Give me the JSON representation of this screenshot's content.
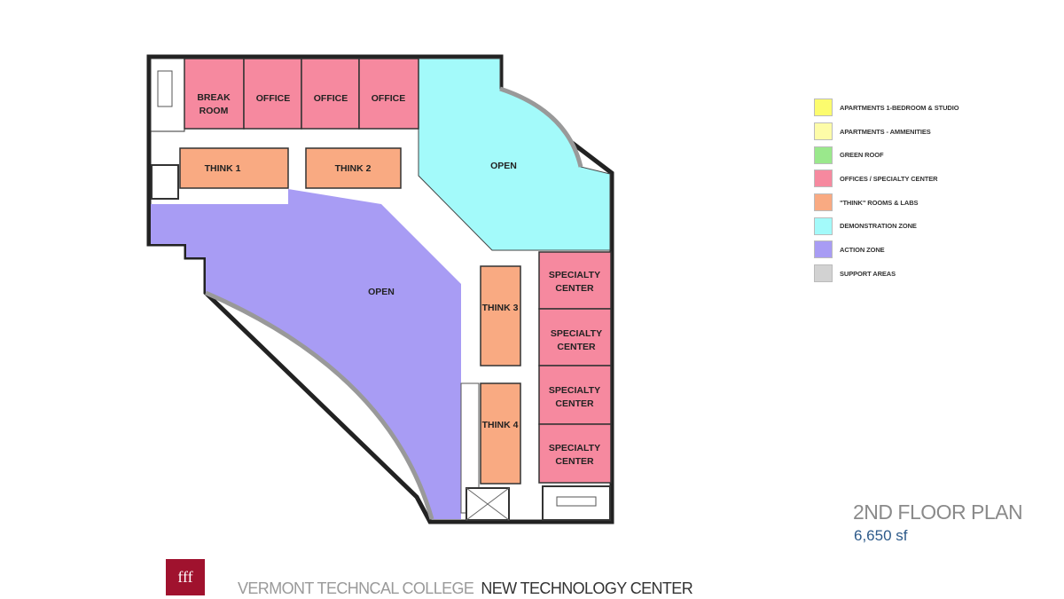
{
  "plan": {
    "rooms": {
      "break_room_1": "BREAK",
      "break_room_2": "ROOM",
      "office_1": "OFFICE",
      "office_2": "OFFICE",
      "office_3": "OFFICE",
      "think_1": "THINK 1",
      "think_2": "THINK 2",
      "think_3": "THINK 3",
      "think_4": "THINK 4",
      "open_demo": "OPEN",
      "open_action": "OPEN",
      "specialty_line1": "SPECIALTY",
      "specialty_line2": "CENTER"
    }
  },
  "legend": [
    {
      "label": "APARTMENTS 1-BEDROOM & STUDIO",
      "color": "#fcfc6e"
    },
    {
      "label": "APARTMENTS - AMMENITIES",
      "color": "#fdfca8"
    },
    {
      "label": "GREEN ROOF",
      "color": "#9ae88c"
    },
    {
      "label": "OFFICES / SPECIALTY CENTER",
      "color": "#f6899f"
    },
    {
      "label": "\"THINK\" ROOMS & LABS",
      "color": "#f9aa82"
    },
    {
      "label": "DEMONSTRATION  ZONE",
      "color": "#a3fafa"
    },
    {
      "label": "ACTION ZONE",
      "color": "#a89cf4"
    },
    {
      "label": "SUPPORT AREAS",
      "color": "#d2d2d2"
    }
  ],
  "title": "2ND FLOOR PLAN",
  "area": "6,650 sf",
  "logo": "fff",
  "footer": {
    "college": "VERMONT TECHNCAL COLLEGE",
    "center": "NEW TECHNOLOGY CENTER"
  }
}
